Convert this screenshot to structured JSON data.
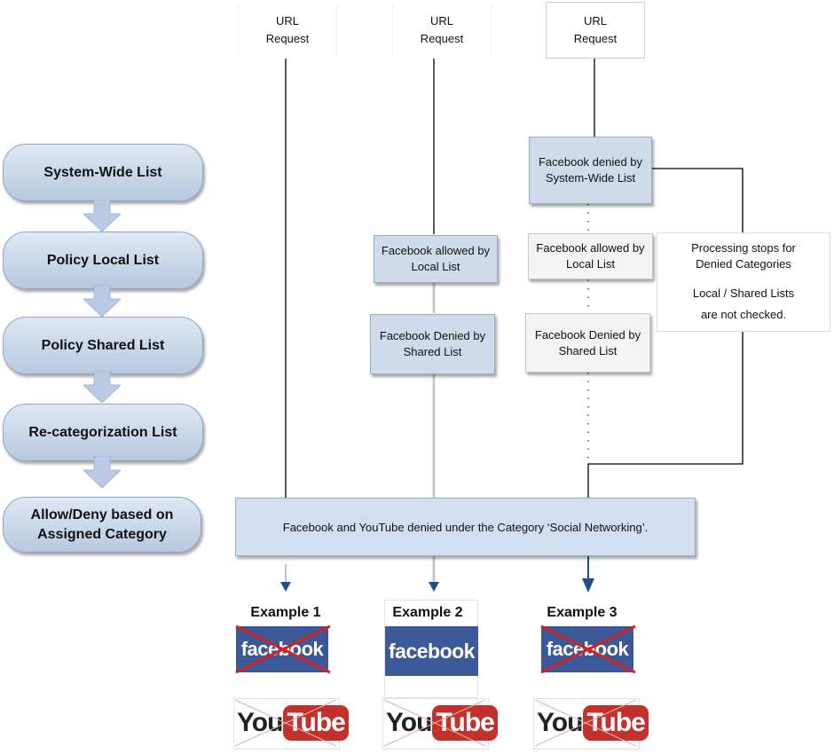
{
  "pipeline": {
    "steps": [
      "System-Wide List",
      "Policy Local List",
      "Policy Shared List",
      "Re-categorization List",
      "Allow/Deny based on Assigned Category"
    ]
  },
  "url_request": "URL Request",
  "boxes": {
    "ex2_allowed": "Facebook allowed by Local List",
    "ex2_denied": "Facebook Denied by Shared List",
    "ex3_denied_system": "Facebook denied by System-Wide List",
    "ex3_allowed": "Facebook allowed by Local List",
    "ex3_denied": "Facebook Denied by Shared List"
  },
  "note": {
    "line1": "Processing stops for Denied Categories",
    "line2": "Local / Shared Lists are not checked."
  },
  "category_result": "Facebook and YouTube denied under the Category ‘Social Networking’.",
  "examples": [
    {
      "label": "Example 1",
      "facebook": "facebook",
      "youtube_you": "You",
      "youtube_tube": "Tube"
    },
    {
      "label": "Example 2",
      "facebook": "facebook",
      "youtube_you": "You",
      "youtube_tube": "Tube"
    },
    {
      "label": "Example 3",
      "facebook": "facebook",
      "youtube_you": "You",
      "youtube_tube": "Tube"
    }
  ],
  "colors": {
    "flow_arrow": "#1f4e8c",
    "cross": "#d62020",
    "facebook_blue": "#3b5998",
    "youtube_red": "#c4302b"
  }
}
